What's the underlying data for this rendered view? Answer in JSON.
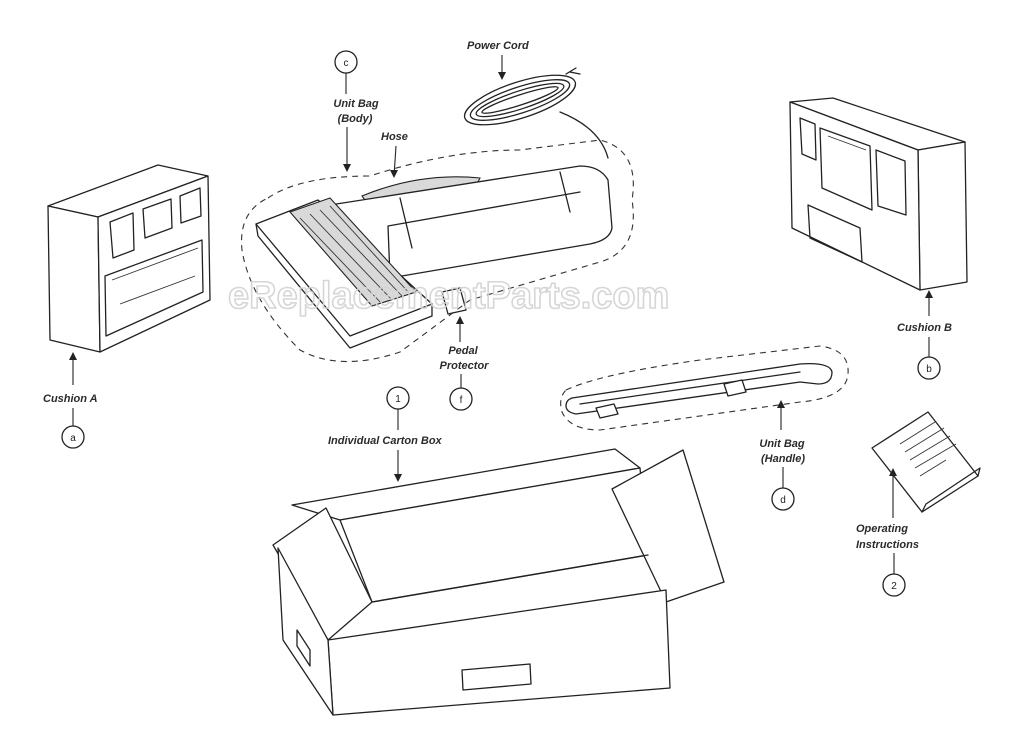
{
  "diagram": {
    "parts": {
      "cushion_a": {
        "name": "Cushion A",
        "callout": "a"
      },
      "cushion_b": {
        "name": "Cushion B",
        "callout": "b"
      },
      "unit_bag_body": {
        "name_line1": "Unit Bag",
        "name_line2": "(Body)",
        "callout": "c"
      },
      "unit_bag_handle": {
        "name_line1": "Unit Bag",
        "name_line2": "(Handle)",
        "callout": "d"
      },
      "pedal_protector": {
        "name_line1": "Pedal",
        "name_line2": "Protector",
        "callout": "f"
      },
      "carton_box": {
        "name": "Individual Carton Box",
        "callout": "1"
      },
      "operating_instructions": {
        "name_line1": "Operating",
        "name_line2": "Instructions",
        "callout": "2"
      },
      "power_cord": {
        "name": "Power Cord"
      },
      "hose": {
        "name": "Hose"
      }
    },
    "watermark": "eReplacementParts.com"
  }
}
